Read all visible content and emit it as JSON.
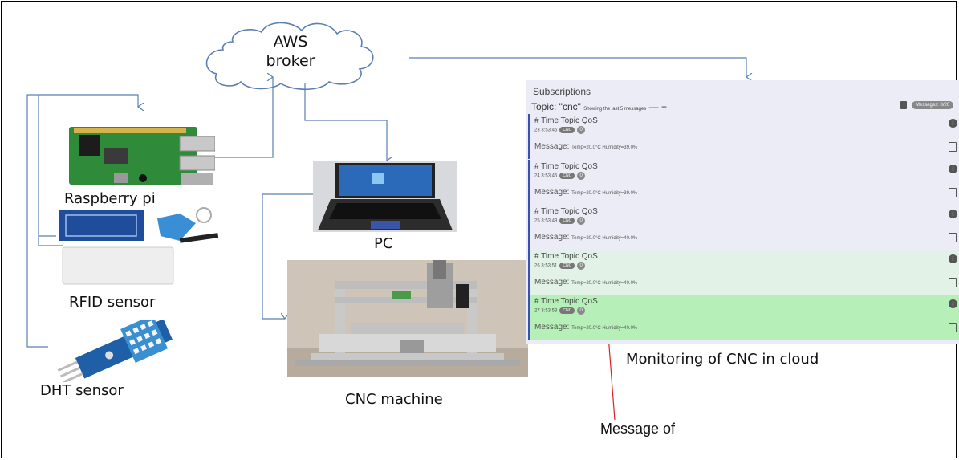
{
  "cloud": {
    "line1": "AWS",
    "line2": "broker"
  },
  "labels": {
    "raspberry": "Raspberry pi",
    "rfid": "RFID sensor",
    "dht": "DHT sensor",
    "pc": "PC",
    "cnc": "CNC machine",
    "monitoring": "Monitoring of CNC in cloud",
    "message_of": "Message of"
  },
  "panel": {
    "title": "Subscriptions",
    "topic": "Topic: \"cnc\"",
    "showing": "Showing the last 5 messages",
    "controls": "— +",
    "badge": "Messages: 8/20",
    "rows": [
      {
        "header": "# Time Topic QoS",
        "meta": "23 3:53:45",
        "pill": "CNC",
        "qos": "0",
        "label": "Message:",
        "payload": "Temp=20.0°C Humidity=39.0%",
        "bg": "#ececf7"
      },
      {
        "header": "# Time Topic QoS",
        "meta": "24 3:53:45",
        "pill": "CNC",
        "qos": "0",
        "label": "Message:",
        "payload": "Temp=20.0°C Humidity=39.0%",
        "bg": "#ececf7"
      },
      {
        "header": "# Time Topic QoS",
        "meta": "25 3:53:49",
        "pill": "CNC",
        "qos": "0",
        "label": "Message:",
        "payload": "Temp=20.0°C Humidity=40.0%",
        "bg": "#ececf7"
      },
      {
        "header": "# Time Topic QoS",
        "meta": "26 3:53:51",
        "pill": "CNC",
        "qos": "0",
        "label": "Message:",
        "payload": "Temp=20.0°C Humidity=40.0%",
        "bg": "#e2f2e6"
      },
      {
        "header": "# Time Topic QoS",
        "meta": "27 3:53:53",
        "pill": "CNC",
        "qos": "0",
        "label": "Message:",
        "payload": "Temp=20.0°C Humidity=40.0%",
        "bg": "#b6f0b8"
      }
    ]
  },
  "colors": {
    "connector": "#5b7fb4",
    "callout": "#e02020",
    "panel_accent": "#3a4fb5"
  }
}
